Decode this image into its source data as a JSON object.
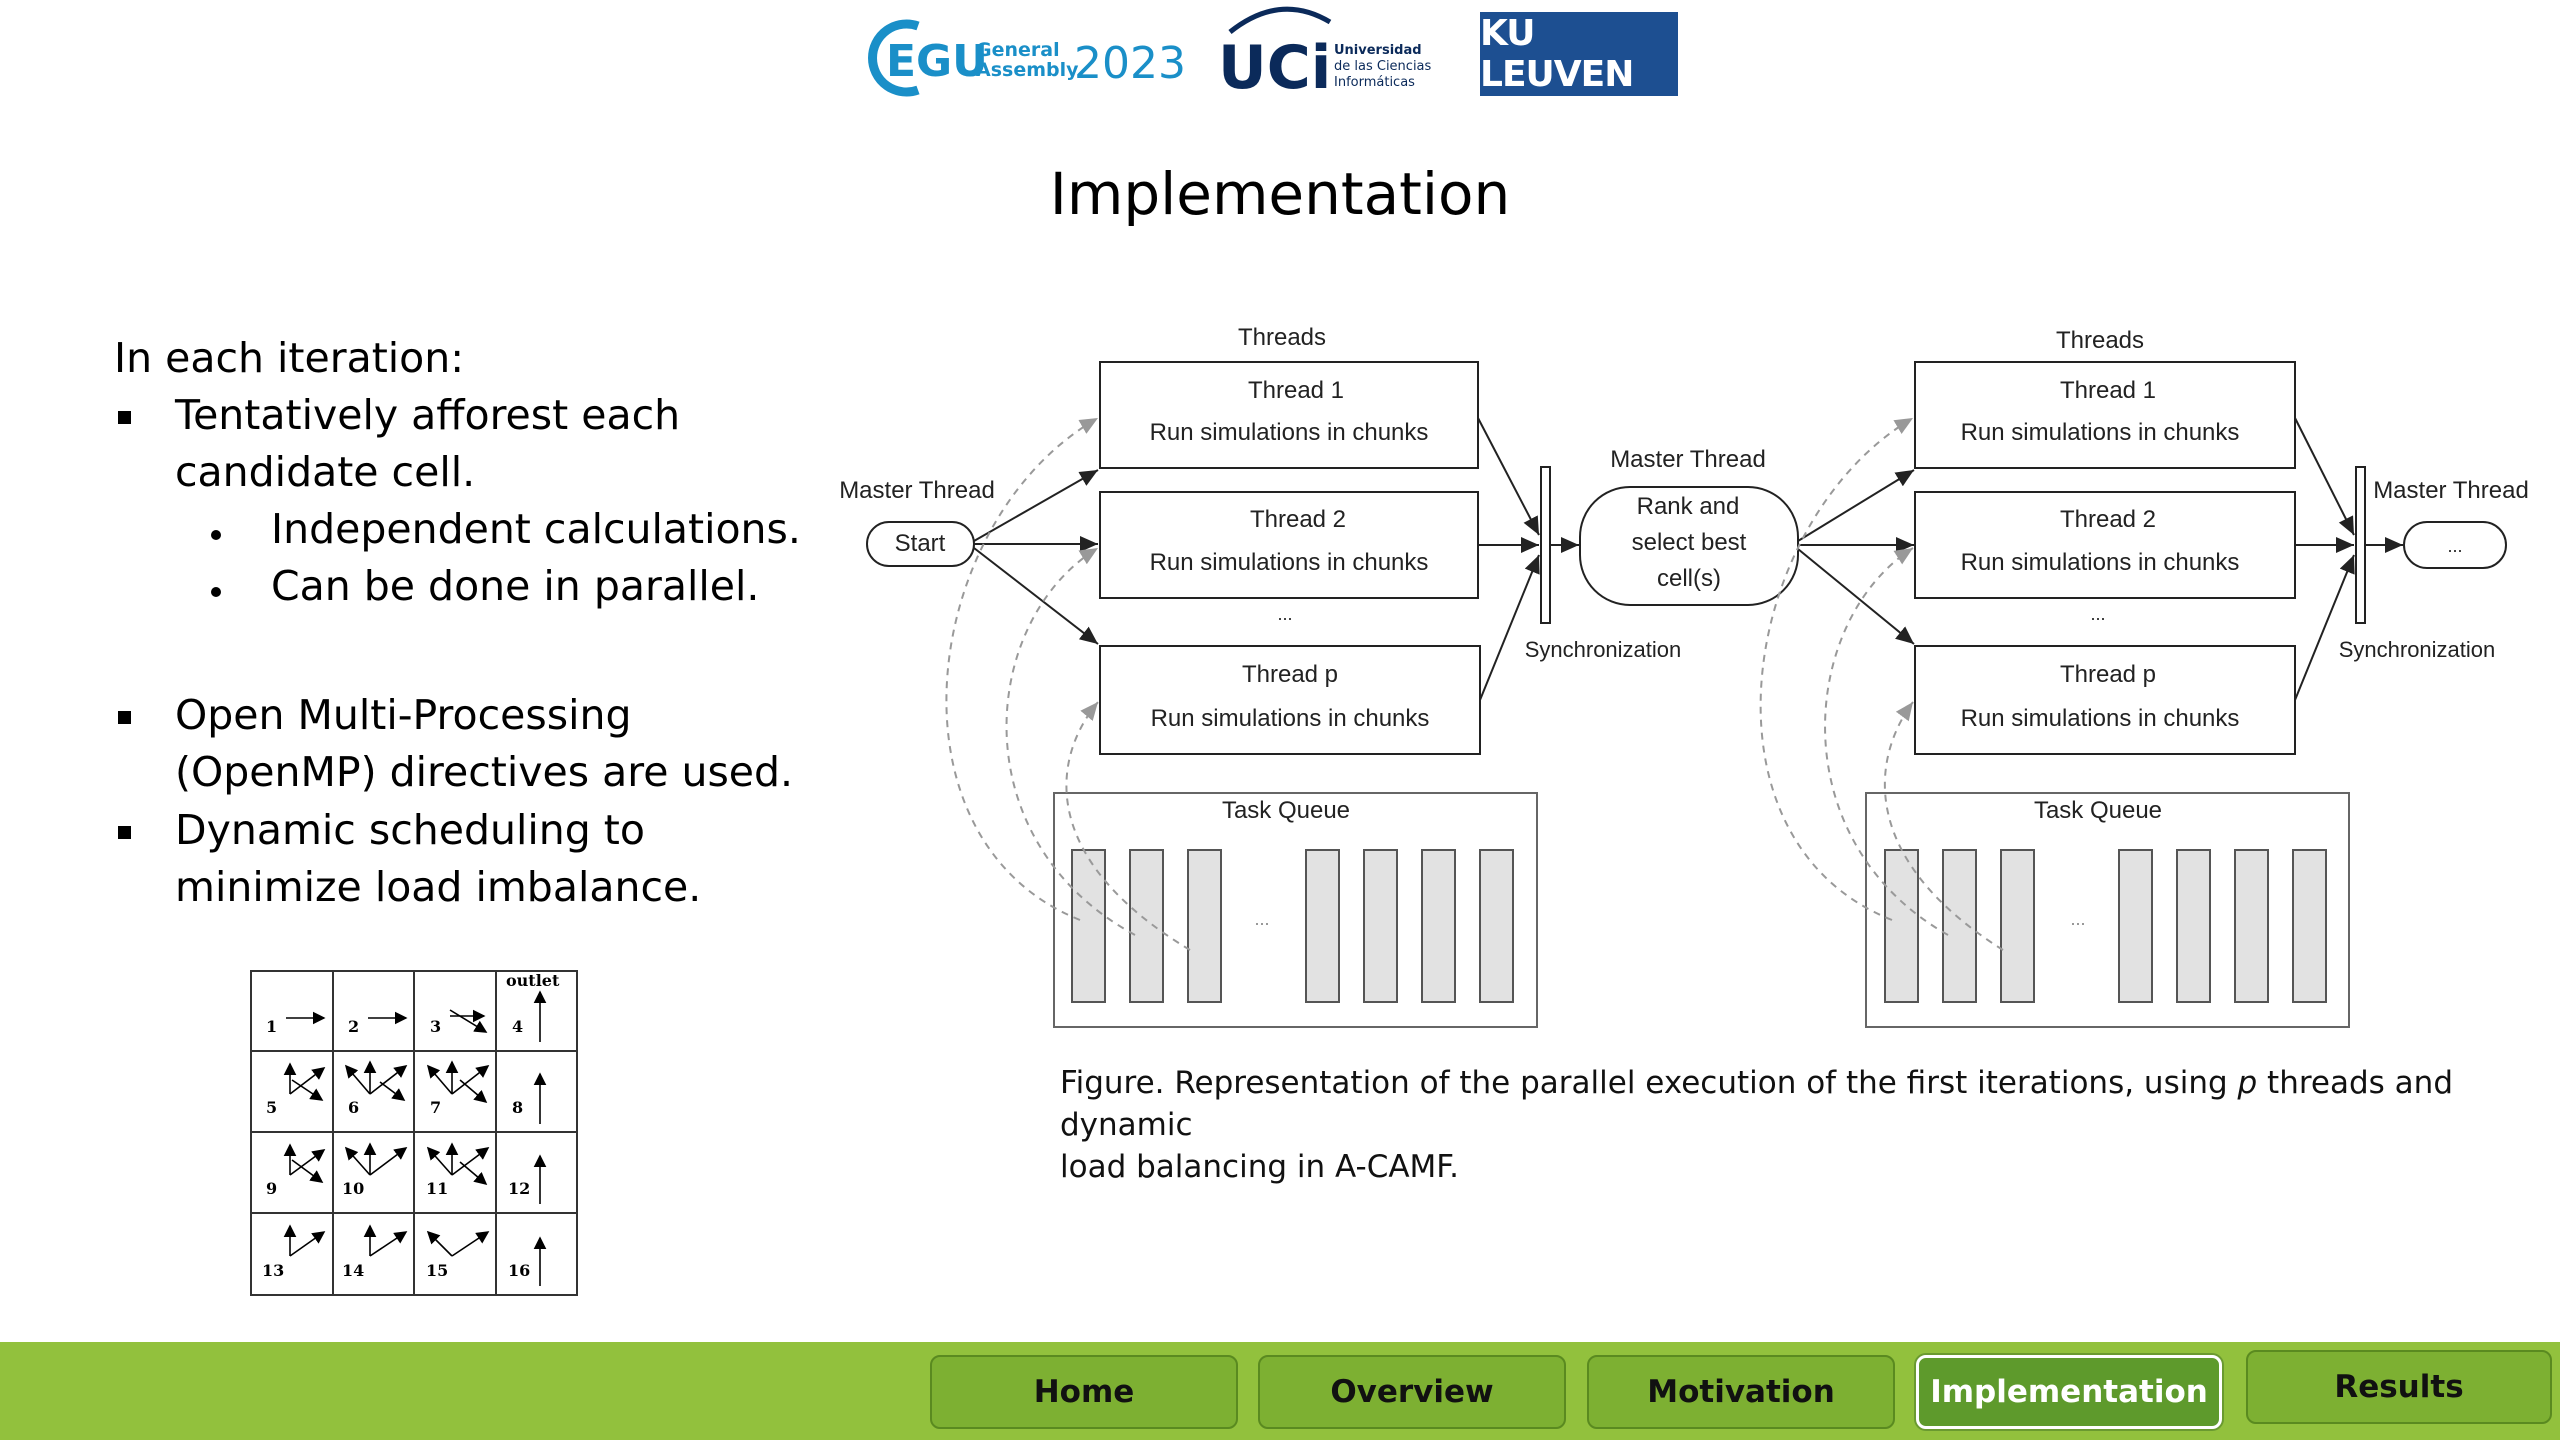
{
  "logos": {
    "egu": {
      "name": "EGU",
      "line1": "General",
      "line2": "Assembly",
      "year": "2023"
    },
    "uci": {
      "name": "UCi",
      "line1": "Universidad",
      "line2": "de las Ciencias",
      "line3": "Informáticas"
    },
    "kuleuven": {
      "name": "KU LEUVEN"
    }
  },
  "title": "Implementation",
  "intro": "In each iteration:",
  "bullets": {
    "b1_line1": "Tentatively afforest each",
    "b1_line2": "candidate cell.",
    "sub1": "Independent calculations.",
    "sub2": "Can be done in parallel.",
    "b2_line1": "Open Multi-Processing",
    "b2_line2": "(OpenMP) directives are used.",
    "b3_line1": "Dynamic scheduling to",
    "b3_line2": "minimize load imbalance."
  },
  "grid": {
    "outlet": "outlet",
    "cells": [
      "1",
      "2",
      "3",
      "4",
      "5",
      "6",
      "7",
      "8",
      "9",
      "10",
      "11",
      "12",
      "13",
      "14",
      "15",
      "16"
    ]
  },
  "diagram": {
    "threads_label": "Threads",
    "master_thread": "Master Thread",
    "start": "Start",
    "thread1": "Thread 1",
    "thread2": "Thread 2",
    "threadp": "Thread p",
    "run": "Run simulations in chunks",
    "dots": "...",
    "rank_line1": "Rank and",
    "rank_line2": "select best",
    "rank_line3": "cell(s)",
    "synchronization": "Synchronization",
    "task_queue": "Task Queue"
  },
  "caption": {
    "before": "Figure. Representation of the parallel execution of the first iterations, using ",
    "p": "p",
    "after_line1": " threads and dynamic",
    "line2": "load balancing in A-CAMF."
  },
  "nav": {
    "items": [
      "Home",
      "Overview",
      "Motivation",
      "Implementation",
      "Results"
    ],
    "active": "Implementation"
  }
}
